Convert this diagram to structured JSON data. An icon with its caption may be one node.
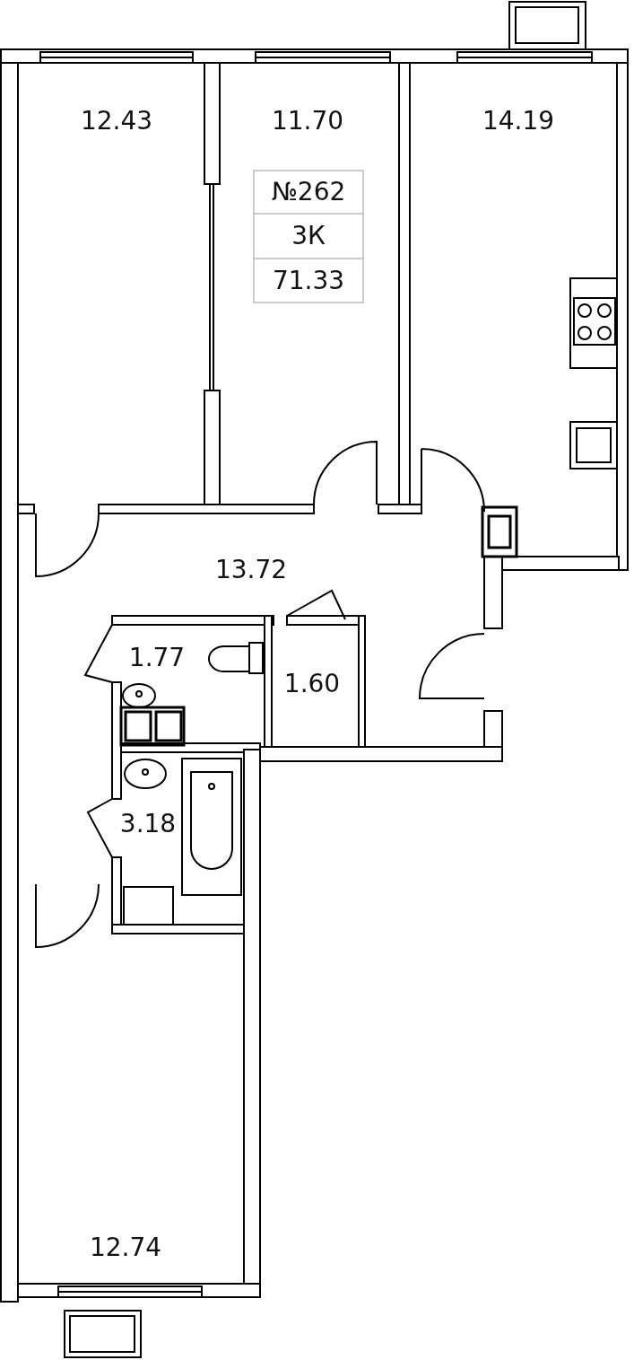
{
  "diagram": {
    "labels": [
      "12.43",
      "11.70",
      "14.19",
      "№262",
      "3К",
      "71.33",
      "13.72",
      "1.77",
      "1.60",
      "3.18",
      "12.74"
    ]
  }
}
